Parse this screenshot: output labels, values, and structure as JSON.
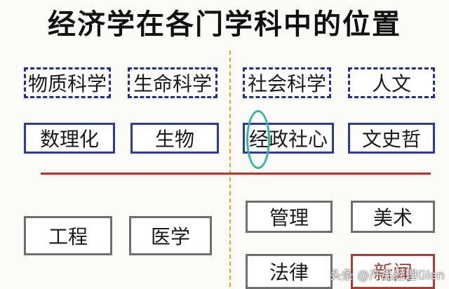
{
  "title": "经济学在各门学科中的位置",
  "categories": [
    "物质科学",
    "生命科学",
    "社会科学",
    "人文"
  ],
  "fields_row": [
    "数理化",
    "生物",
    "经政社心",
    "文史哲"
  ],
  "applied_left": [
    "工程",
    "医学"
  ],
  "applied_right": [
    "管理",
    "美术",
    "法律",
    "新闻"
  ],
  "watermark": "头条 @产品经理Glen",
  "colors": {
    "dashed_border": "#1f2d9c",
    "blue_border": "#2b3aa6",
    "gray_border": "#6f6f6f",
    "red_line": "#d42a1e",
    "orange_divider": "#f0a020",
    "highlight_ellipse": "#2fb89a"
  }
}
